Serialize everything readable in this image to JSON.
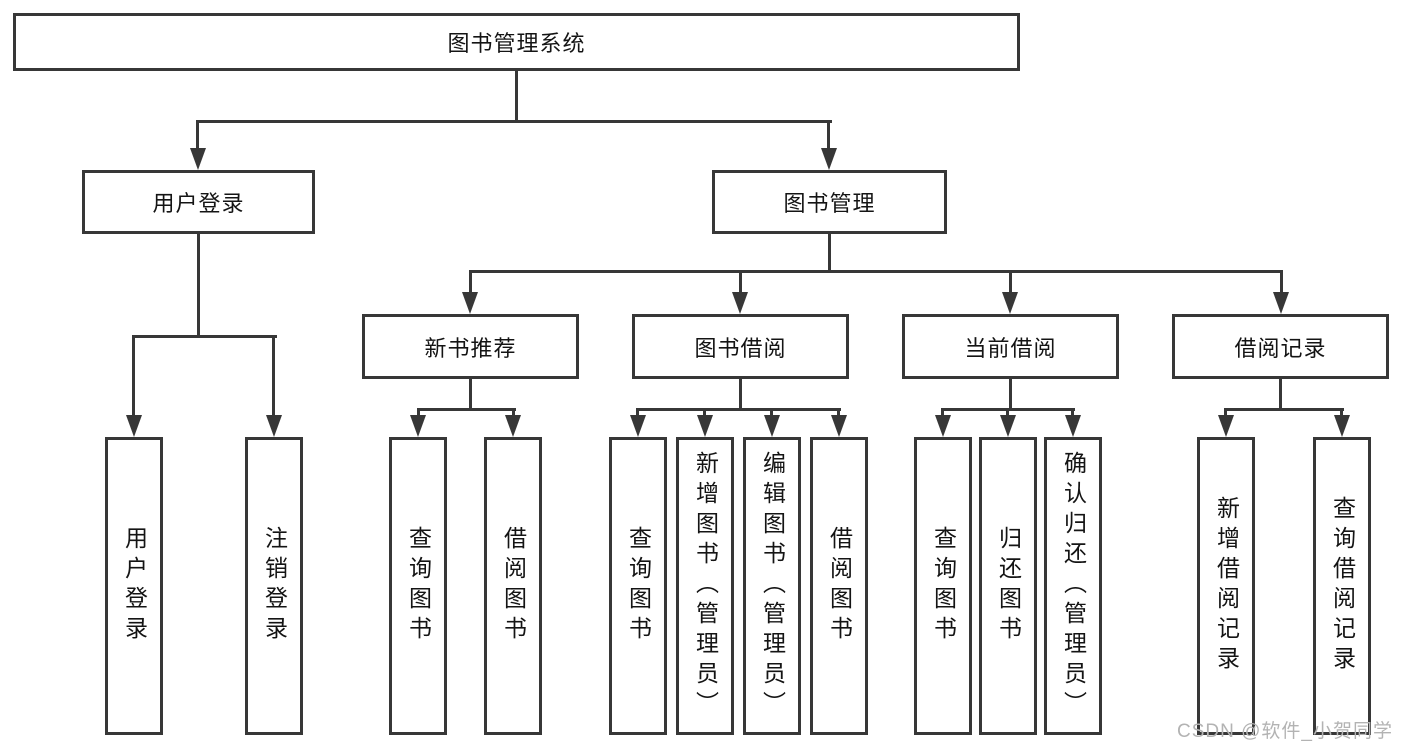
{
  "diagram": {
    "root_label": "图书管理系统",
    "level2": [
      {
        "label": "用户登录"
      },
      {
        "label": "图书管理"
      }
    ],
    "level3": [
      {
        "label": "新书推荐"
      },
      {
        "label": "图书借阅"
      },
      {
        "label": "当前借阅"
      },
      {
        "label": "借阅记录"
      }
    ],
    "leaves": {
      "user_login": [
        "用户登录",
        "注销登录"
      ],
      "new_book": [
        "查询图书",
        "借阅图书"
      ],
      "borrow": [
        "查询图书",
        "新增图书（管理员）",
        "编辑图书（管理员）",
        "借阅图书"
      ],
      "current": [
        "查询图书",
        "归还图书",
        "确认归还（管理员）"
      ],
      "records": [
        "新增借阅记录",
        "查询借阅记录"
      ]
    }
  },
  "watermark": {
    "text": "CSDN @软件_小贺同学"
  },
  "colors": {
    "line": "#373737",
    "text": "#141414",
    "background": "#ffffff",
    "watermark": "#b3b3b3"
  }
}
